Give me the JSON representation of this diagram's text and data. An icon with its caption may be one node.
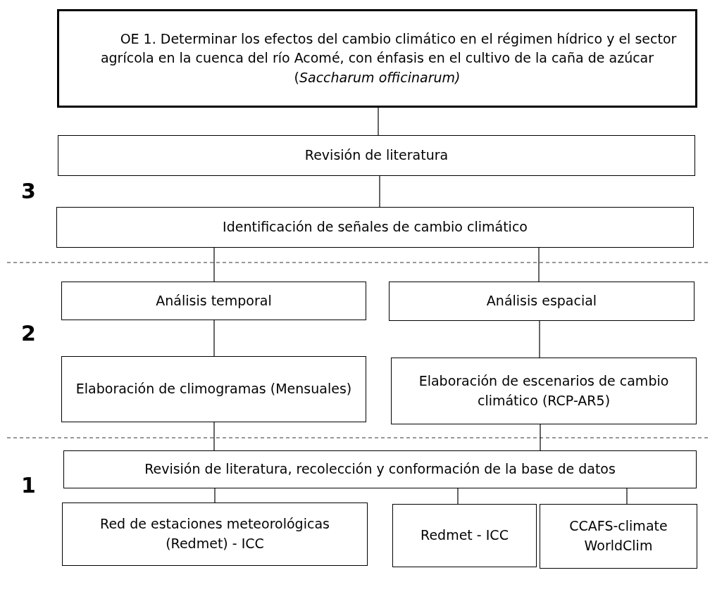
{
  "diagram": {
    "nodes": [
      {
        "text": [
          "OE 1. Determinar los efectos del cambio climático en el régimen hídrico y el sector agrícola en la cuenca del río Acomé, con énfasis en el cultivo de la caña de azúcar (*Saccharum officinarum)*"
        ]
      },
      {
        "text": [
          "Revisión de literatura"
        ]
      },
      {
        "text": [
          "Identificación de señales de cambio climático"
        ]
      },
      {
        "text": [
          "Análisis temporal"
        ]
      },
      {
        "text": [
          "Análisis espacial"
        ]
      },
      {
        "text": [
          "Elaboración de climogramas (Mensuales)"
        ]
      },
      {
        "text": [
          "Elaboración de escenarios de cambio climático (RCP-AR5)"
        ]
      },
      {
        "text": [
          "Revisión de literatura, recolección y conformación de la base de datos"
        ]
      },
      {
        "text": [
          "Red de estaciones meteorológicas (Redmet) - ICC"
        ]
      },
      {
        "text": [
          "Redmet - ICC"
        ]
      },
      {
        "text": [
          "CCAFS-climate WorldClim"
        ]
      }
    ],
    "edges": [
      {
        "from": 0,
        "to": 1,
        "arrow": "none"
      },
      {
        "from": 1,
        "to": 2,
        "arrow": "none"
      },
      {
        "from": 2,
        "to": 3,
        "arrow": "none"
      },
      {
        "from": 2,
        "to": 4,
        "arrow": "none"
      },
      {
        "from": 3,
        "to": 5,
        "arrow": "none"
      },
      {
        "from": 4,
        "to": 6,
        "arrow": "none"
      },
      {
        "from": 5,
        "to": 7,
        "arrow": "none"
      },
      {
        "from": 6,
        "to": 7,
        "arrow": "none"
      },
      {
        "from": 7,
        "to": 8,
        "arrow": "none"
      },
      {
        "from": 7,
        "to": 9,
        "arrow": "none"
      },
      {
        "from": 7,
        "to": 10,
        "arrow": "none"
      }
    ],
    "labels": [
      "3",
      "2",
      "1"
    ]
  }
}
